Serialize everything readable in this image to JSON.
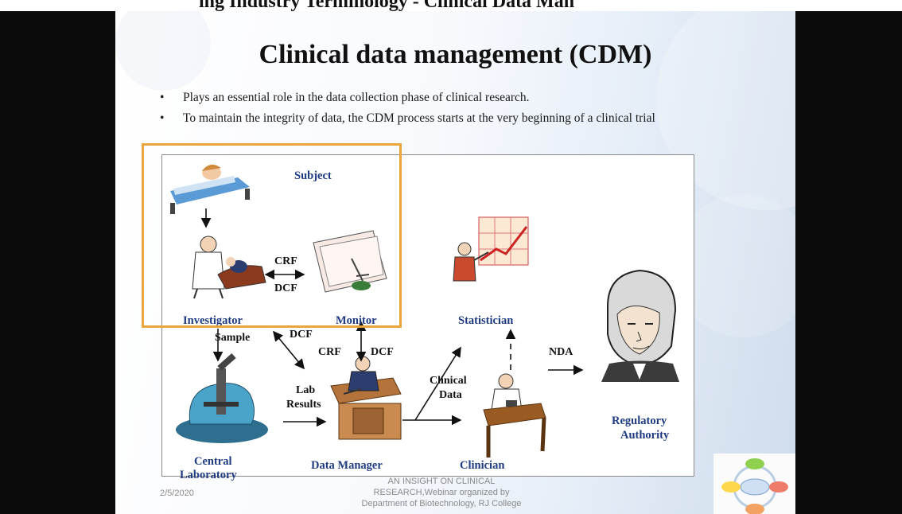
{
  "top_banner": {
    "text": "ing Industry Terminology - Clinical Data Man"
  },
  "slide": {
    "title": "Clinical data management (CDM)",
    "bullets": [
      "Plays an essential role in the data collection phase of clinical research.",
      "To maintain the integrity of data, the CDM process starts at the very beginning of a clinical trial"
    ]
  },
  "diagram": {
    "roles": {
      "subject": "Subject",
      "investigator": "Investigator",
      "monitor": "Monitor",
      "statistician": "Statistician",
      "central_lab_line1": "Central",
      "central_lab_line2": "Laboratory",
      "data_manager": "Data Manager",
      "clinician": "Clinician",
      "regulatory_line1": "Regulatory",
      "regulatory_line2": "Authority"
    },
    "flows": {
      "crf_top": "CRF",
      "dcf_top": "DCF",
      "sample": "Sample",
      "dcf_diag": "DCF",
      "crf_mid": "CRF",
      "dcf_mid": "DCF",
      "nda": "NDA",
      "lab_results_line1": "Lab",
      "lab_results_line2": "Results",
      "clinical_data_line1": "Clinical",
      "clinical_data_line2": "Data"
    },
    "icons": [
      "patient-in-bed-icon",
      "doctor-examining-patient-icon",
      "folder-papers-icon",
      "presenter-chart-icon",
      "microscope-icon",
      "office-worker-desk-icon",
      "clinician-on-phone-icon",
      "george-washington-portrait-icon"
    ]
  },
  "footer": {
    "date": "2/5/2020",
    "line1": "AN INSIGHT ON CLINICAL",
    "line2": "RESEARCH,Webinar organized by",
    "line3": "Department of Biotechnology, RJ College"
  },
  "colors": {
    "highlight": "#e8a63c",
    "role_text": "#1f3b82",
    "slide_bg_right": "#cfdcec"
  }
}
